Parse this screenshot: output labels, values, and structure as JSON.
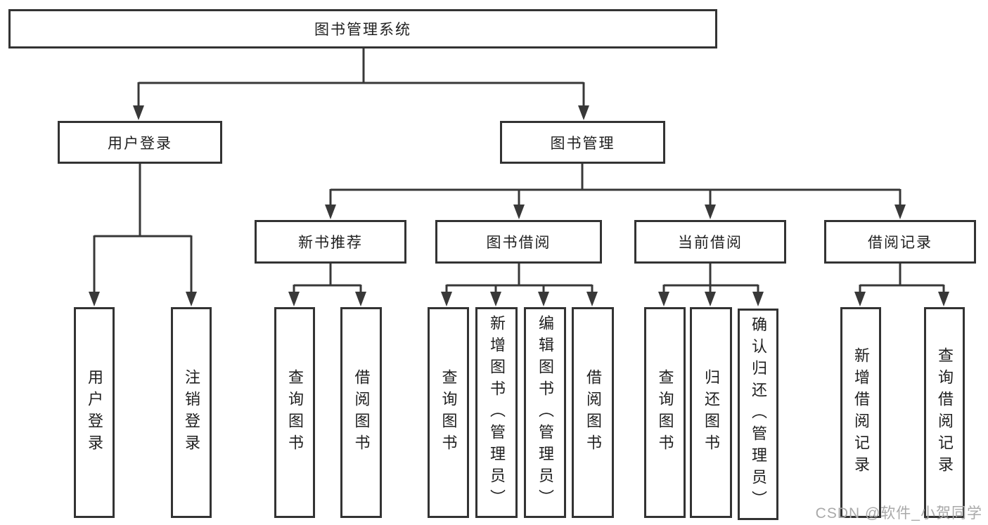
{
  "tree": {
    "root": {
      "label": "图书管理系统"
    },
    "branches": [
      {
        "label": "用户登录",
        "children": [
          {
            "label": "用户登录"
          },
          {
            "label": "注销登录"
          }
        ]
      },
      {
        "label": "图书管理",
        "children": [
          {
            "label": "新书推荐",
            "children": [
              {
                "label": "查询图书"
              },
              {
                "label": "借阅图书"
              }
            ]
          },
          {
            "label": "图书借阅",
            "children": [
              {
                "label": "查询图书"
              },
              {
                "label": "新增图书（管理员）"
              },
              {
                "label": "编辑图书（管理员）"
              },
              {
                "label": "借阅图书"
              }
            ]
          },
          {
            "label": "当前借阅",
            "children": [
              {
                "label": "查询图书"
              },
              {
                "label": "归还图书"
              },
              {
                "label": "确认归还（管理员）"
              }
            ]
          },
          {
            "label": "借阅记录",
            "children": [
              {
                "label": "新增借阅记录"
              },
              {
                "label": "查询借阅记录"
              }
            ]
          }
        ]
      }
    ]
  },
  "watermark": "CSDN @软件_小贺同学",
  "colors": {
    "line": "#383838",
    "border": "#333333",
    "text": "#1f1f1f",
    "watermark": "#a9a9a9",
    "bg": "#ffffff"
  }
}
